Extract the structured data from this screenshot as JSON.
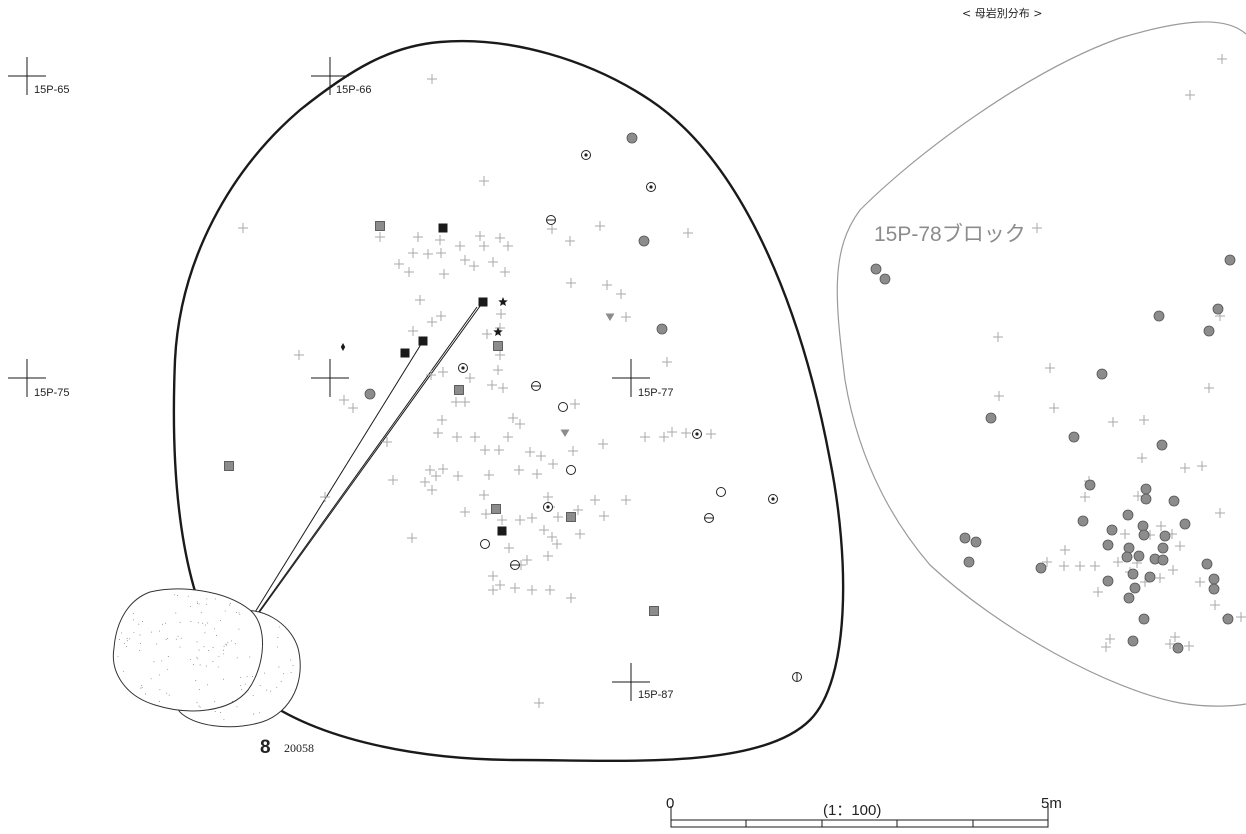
{
  "title": "< 母岩別分布 >",
  "grid_points": [
    {
      "label": "15P-65"
    },
    {
      "label": "15P-66"
    },
    {
      "label": "15P-75"
    },
    {
      "label": "15P-77"
    },
    {
      "label": "15P-87"
    }
  ],
  "blocks": [
    {
      "name": "15P-78ブロック",
      "color": "#9a9a9a"
    }
  ],
  "artifact": {
    "number": "8",
    "id": "20058"
  },
  "scale": {
    "start": "0",
    "ratio": "(1：100)",
    "end": "5m"
  },
  "colors": {
    "main_outline": "#1a1a1a",
    "block_outline": "#9a9a9a",
    "plus_marker": "#a8a8a8",
    "gray_symbol": "#8c8c8c",
    "black_symbol": "#1a1a1a"
  },
  "legend_symbol_types": [
    "plus-marker",
    "gray-circle",
    "dotted-circle",
    "open-circle",
    "minus-circle",
    "theta-circle",
    "gray-square",
    "black-square",
    "gray-triangle",
    "black-star",
    "black-diamond"
  ]
}
